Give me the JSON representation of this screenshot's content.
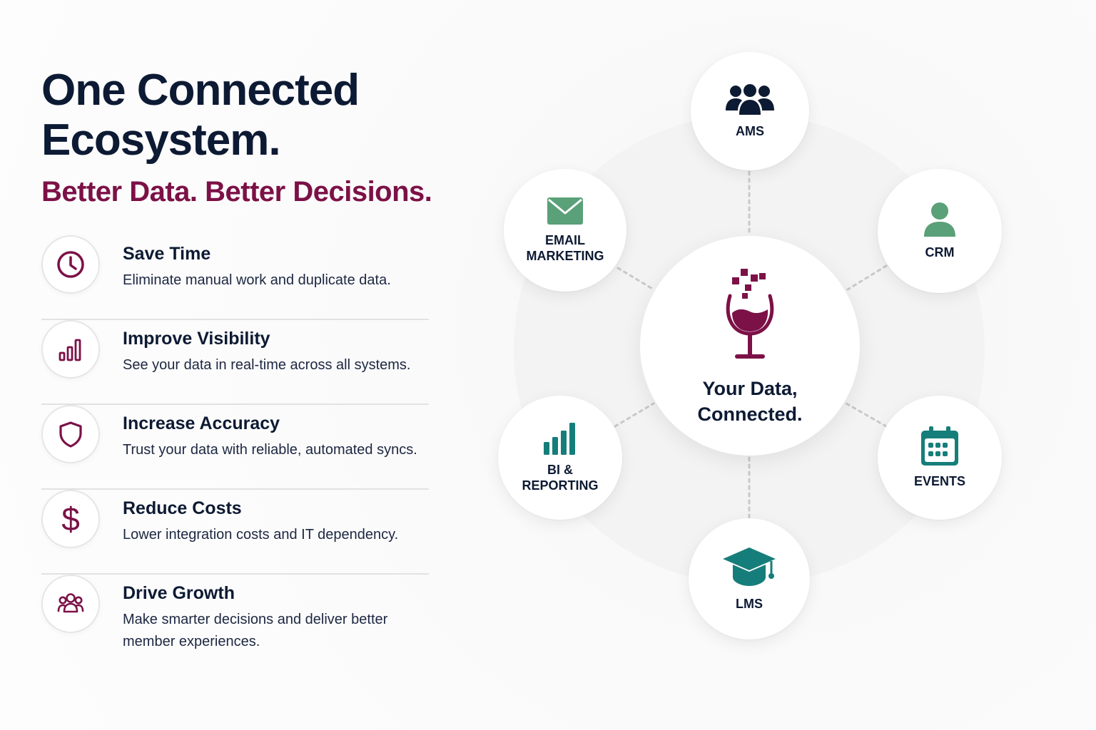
{
  "header": {
    "title_line1": "One Connected",
    "title_line2": "Ecosystem.",
    "subtitle": "Better Data. Better Decisions."
  },
  "benefits": [
    {
      "icon": "clock-icon",
      "title": "Save Time",
      "description": "Eliminate manual work and duplicate data."
    },
    {
      "icon": "bar-chart-icon",
      "title": "Improve Visibility",
      "description": "See your data in real-time across all systems."
    },
    {
      "icon": "shield-icon",
      "title": "Increase Accuracy",
      "description": "Trust your data with reliable, automated syncs."
    },
    {
      "icon": "dollar-icon",
      "title": "Reduce Costs",
      "description": "Lower integration costs and IT dependency."
    },
    {
      "icon": "people-icon",
      "title": "Drive Growth",
      "description": "Make smarter decisions and deliver better member experiences."
    }
  ],
  "dollar_glyph": "$",
  "diagram": {
    "hub": {
      "icon": "wine-glass-icon",
      "label": "Your Data,\nConnected."
    },
    "nodes": {
      "ams": {
        "icon": "group-icon",
        "label": "AMS"
      },
      "email": {
        "icon": "envelope-icon",
        "label": "EMAIL\nMARKETING"
      },
      "crm": {
        "icon": "person-icon",
        "label": "CRM"
      },
      "bi": {
        "icon": "bar-chart-icon",
        "label": "BI &\nREPORTING"
      },
      "events": {
        "icon": "calendar-icon",
        "label": "EVENTS"
      },
      "lms": {
        "icon": "graduation-cap-icon",
        "label": "LMS"
      }
    }
  },
  "colors": {
    "navy": "#0d1a33",
    "maroon": "#7c1147",
    "green": "#5aa078",
    "teal": "#167e7a",
    "divider": "#e2e2e2"
  }
}
